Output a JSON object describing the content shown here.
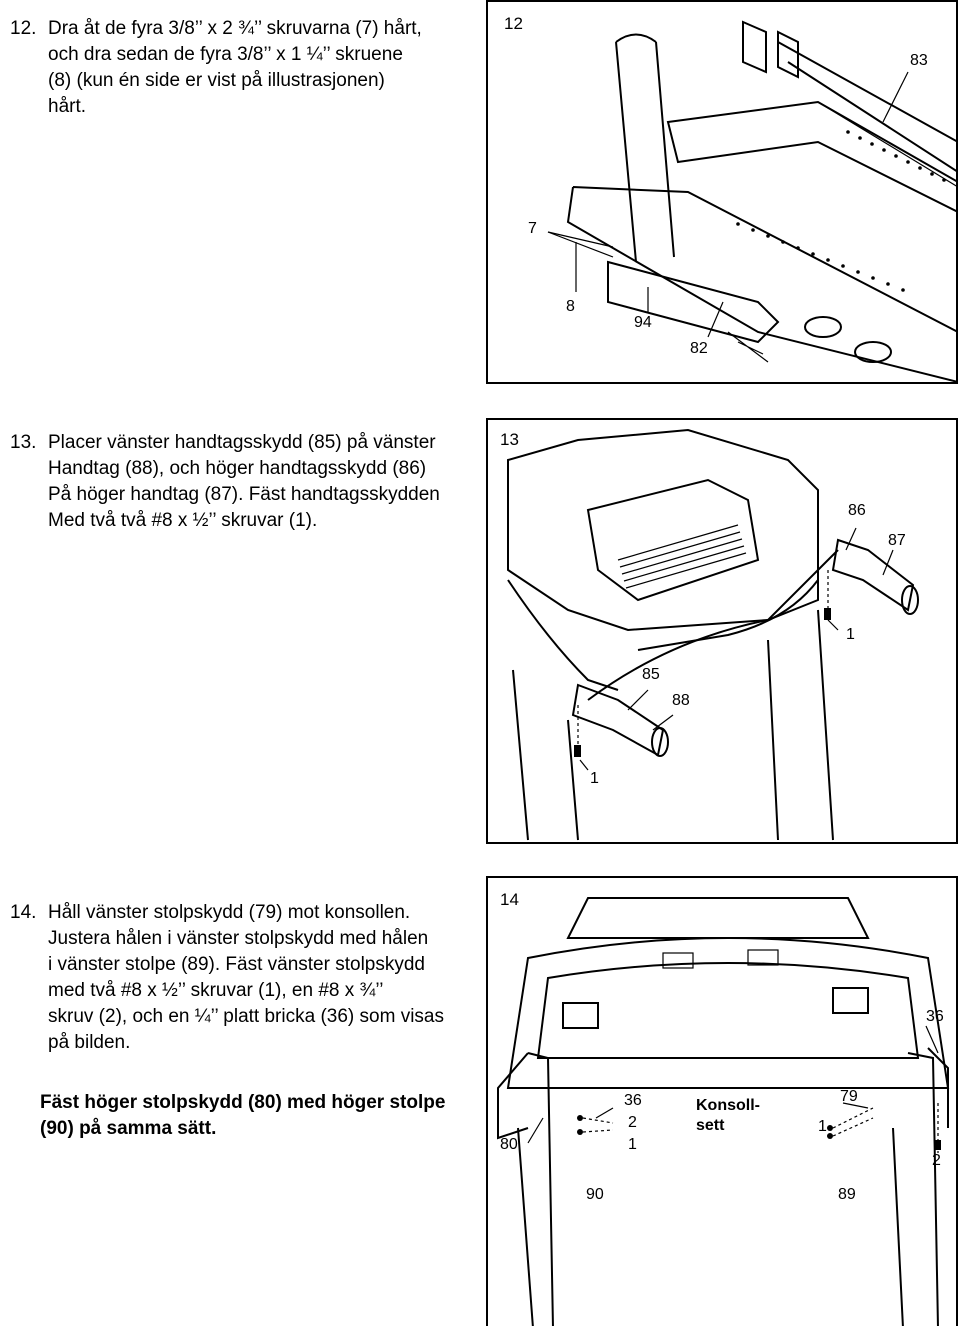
{
  "steps": [
    {
      "number": "12.",
      "text": "Dra åt de fyra 3/8’’ x 2 ¾’’ skruvarna (7) hårt,\noch dra sedan de fyra 3/8’’ x 1 ¼’’ skruene\n(8) (kun én side er vist på illustrasjonen)\nhårt."
    },
    {
      "number": "13.",
      "text": "Placer vänster handtagsskydd (85) på vänster\nHandtag (88), och höger handtagsskydd (86)\nPå höger handtag (87). Fäst handtagsskydden\nMed två två #8 x ½’’ skruvar (1)."
    },
    {
      "number": "14.",
      "text": "Håll vänster stolpskydd (79) mot konsollen.\nJustera hålen i vänster stolpskydd med hålen\ni vänster stolpe (89). Fäst vänster stolpskydd\nmed två #8 x ½’’ skruvar (1), en #8 x ¾’’\nskruv (2), och en ¼’’ platt bricka (36) som visas\npå bilden."
    }
  ],
  "note": "Fäst höger stolpskydd (80) med höger stolpe\n(90) på samma sätt.",
  "figures": [
    {
      "number": "12",
      "callouts": {
        "c83": "83",
        "c7": "7",
        "c8": "8",
        "c94": "94",
        "c82": "82"
      }
    },
    {
      "number": "13",
      "callouts": {
        "c86": "86",
        "c87": "87",
        "c1a": "1",
        "c85": "85",
        "c88": "88",
        "c1b": "1"
      }
    },
    {
      "number": "14",
      "callouts": {
        "c36a": "36",
        "c80": "80",
        "c36b": "36",
        "c2a": "2",
        "c1a": "1",
        "konsoll": "Konsoll-\nsett",
        "c79": "79",
        "c1b": "1",
        "c2b": "2",
        "c90": "90",
        "c89": "89"
      }
    }
  ]
}
